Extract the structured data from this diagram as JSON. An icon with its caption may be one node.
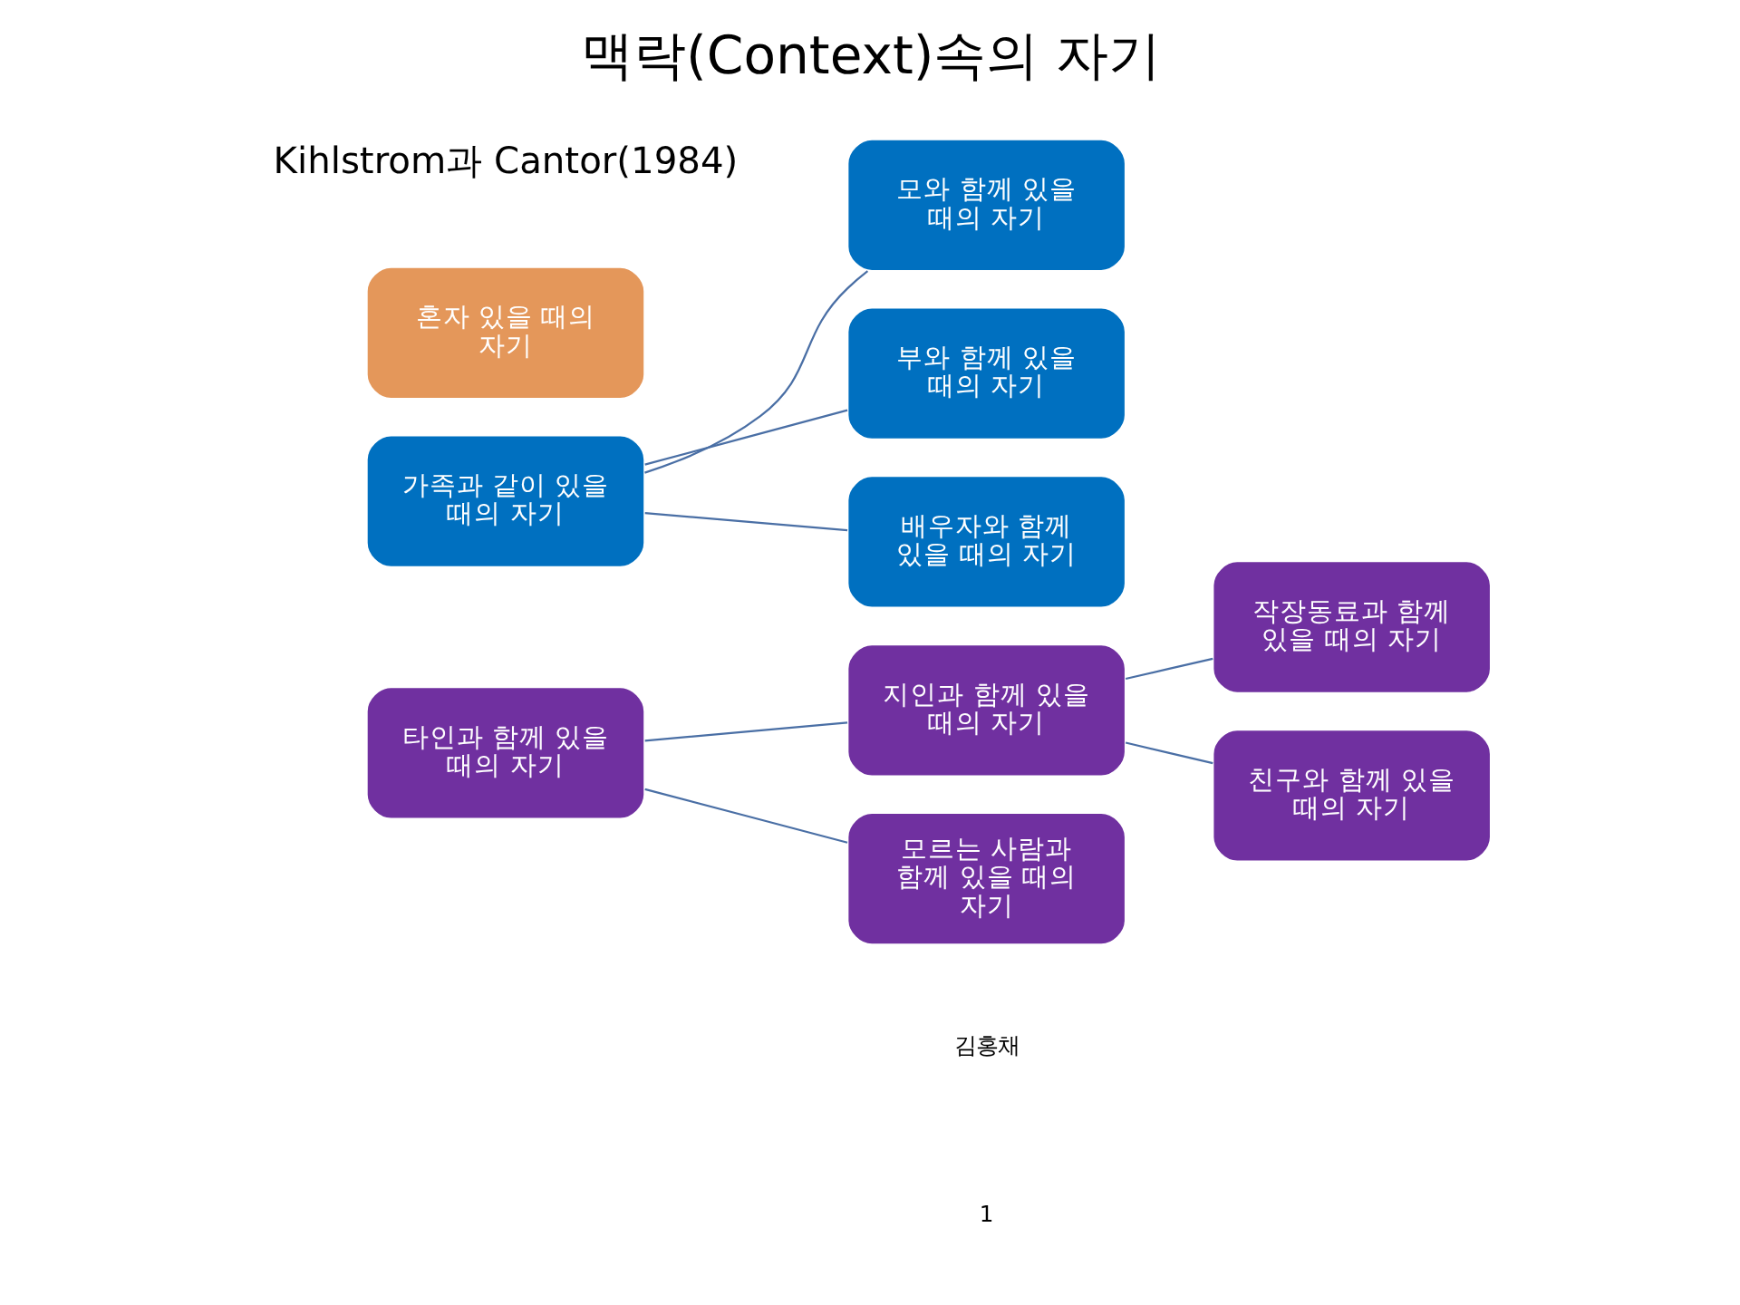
{
  "diagram": {
    "title": "맥락(Context)속의 자기",
    "nodes": [
      {
        "text": [
          "혼자 있을 때의 자기"
        ]
      },
      {
        "text": [
          "가족과 같이 있을 때의 자기"
        ]
      },
      {
        "text": [
          "모와 함께 있을 때의 자기"
        ]
      },
      {
        "text": [
          "부와 함께 있을 때의 자기"
        ]
      },
      {
        "text": [
          "배우자와 함께 있을 때의 자기"
        ]
      },
      {
        "text": [
          "타인과 함께 있을 때의 자기"
        ]
      },
      {
        "text": [
          "지인과 함께 있을 때의 자기"
        ]
      },
      {
        "text": [
          "모르는 사람과 함께 있을 때의 자기"
        ]
      },
      {
        "text": [
          "작장동료과 함께 있을 때의 자기"
        ]
      },
      {
        "text": [
          "친구와 함께 있을 때의 자기"
        ]
      }
    ],
    "edges": [
      {
        "from": 1,
        "to": 2,
        "arrow": "none"
      },
      {
        "from": 1,
        "to": 3,
        "arrow": "none"
      },
      {
        "from": 1,
        "to": 4,
        "arrow": "none"
      },
      {
        "from": 5,
        "to": 6,
        "arrow": "none"
      },
      {
        "from": 5,
        "to": 7,
        "arrow": "none"
      },
      {
        "from": 6,
        "to": 8,
        "arrow": "none"
      },
      {
        "from": 6,
        "to": 9,
        "arrow": "none"
      }
    ],
    "labels": [
      "Kihlstrom과 Cantor(1984)",
      "김홍채",
      "1"
    ]
  }
}
